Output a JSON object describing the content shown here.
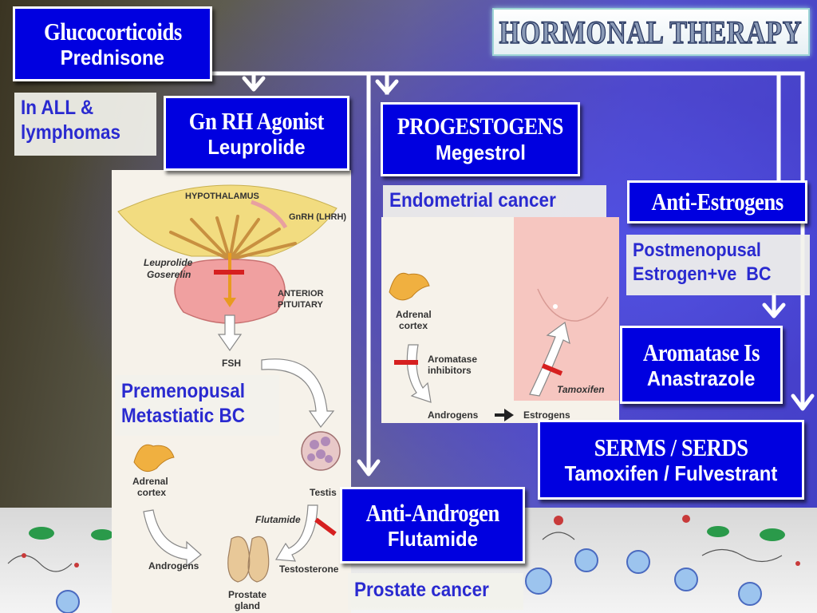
{
  "title": "HORMONAL THERAPY",
  "boxes": {
    "glucocorticoids": {
      "title": "Glucocorticoids",
      "drug": "Prednisone",
      "note": [
        "In ALL &",
        "lymphomas"
      ]
    },
    "gnrh": {
      "title": "Gn RH Agonist",
      "drug": "Leuprolide",
      "note": [
        "Premenopusal",
        "Metastiatic BC"
      ]
    },
    "progestogens": {
      "title": "PROGESTOGENS",
      "drug": "Megestrol",
      "note": [
        "Endometrial cancer"
      ]
    },
    "anti_estrogens": {
      "title": "Anti-Estrogens",
      "note": [
        "Postmenopusal",
        "Estrogen+ve  BC"
      ]
    },
    "aromatase": {
      "title": "Aromatase Is",
      "drug": "Anastrazole"
    },
    "serms": {
      "title": "SERMS / SERDS",
      "drug": "Tamoxifen / Fulvestrant"
    },
    "anti_androgen": {
      "title": "Anti-Androgen",
      "drug": "Flutamide",
      "note": [
        "Prostate cancer"
      ]
    }
  },
  "figure_left": {
    "hypothalamus": "HYPOTHALAMUS",
    "gnrh_label": "GnRH (LHRH)",
    "drugs": [
      "Leuprolide",
      "Goserelin"
    ],
    "pituitary": [
      "ANTERIOR",
      "PITUITARY"
    ],
    "fsh": "FSH",
    "adrenal": [
      "Adrenal",
      "cortex"
    ],
    "testis": "Testis",
    "flutamide": "Flutamide",
    "androgens": "Androgens",
    "testosterone": "Testosterone",
    "prostate": [
      "Prostate",
      "gland"
    ]
  },
  "figure_right": {
    "adrenal": [
      "Adrenal",
      "cortex"
    ],
    "aromatase": [
      "Aromatase",
      "inhibitors"
    ],
    "tamoxifen": "Tamoxifen",
    "androgens": "Androgens",
    "estrogens": "Estrogens"
  },
  "colors": {
    "box_fill": "#0000e0",
    "box_border": "#ffffff",
    "note_text": "#2a2ad0",
    "block_red": "#d62020"
  }
}
